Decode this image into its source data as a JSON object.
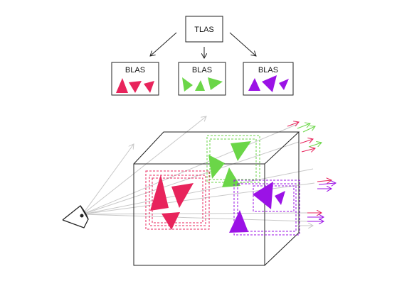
{
  "tree": {
    "top_node": {
      "label": "TLAS"
    },
    "bottom_nodes": [
      {
        "label": "BLAS",
        "color": "#e8245c"
      },
      {
        "label": "BLAS",
        "color": "#6bd648"
      },
      {
        "label": "BLAS",
        "color": "#9b12e6"
      }
    ]
  },
  "colors": {
    "pink": "#e8245c",
    "green": "#6bd648",
    "purple": "#9b12e6",
    "ray": "#c8c8c8",
    "outline": "#222222"
  },
  "icons": {
    "camera": "eye-icon"
  }
}
